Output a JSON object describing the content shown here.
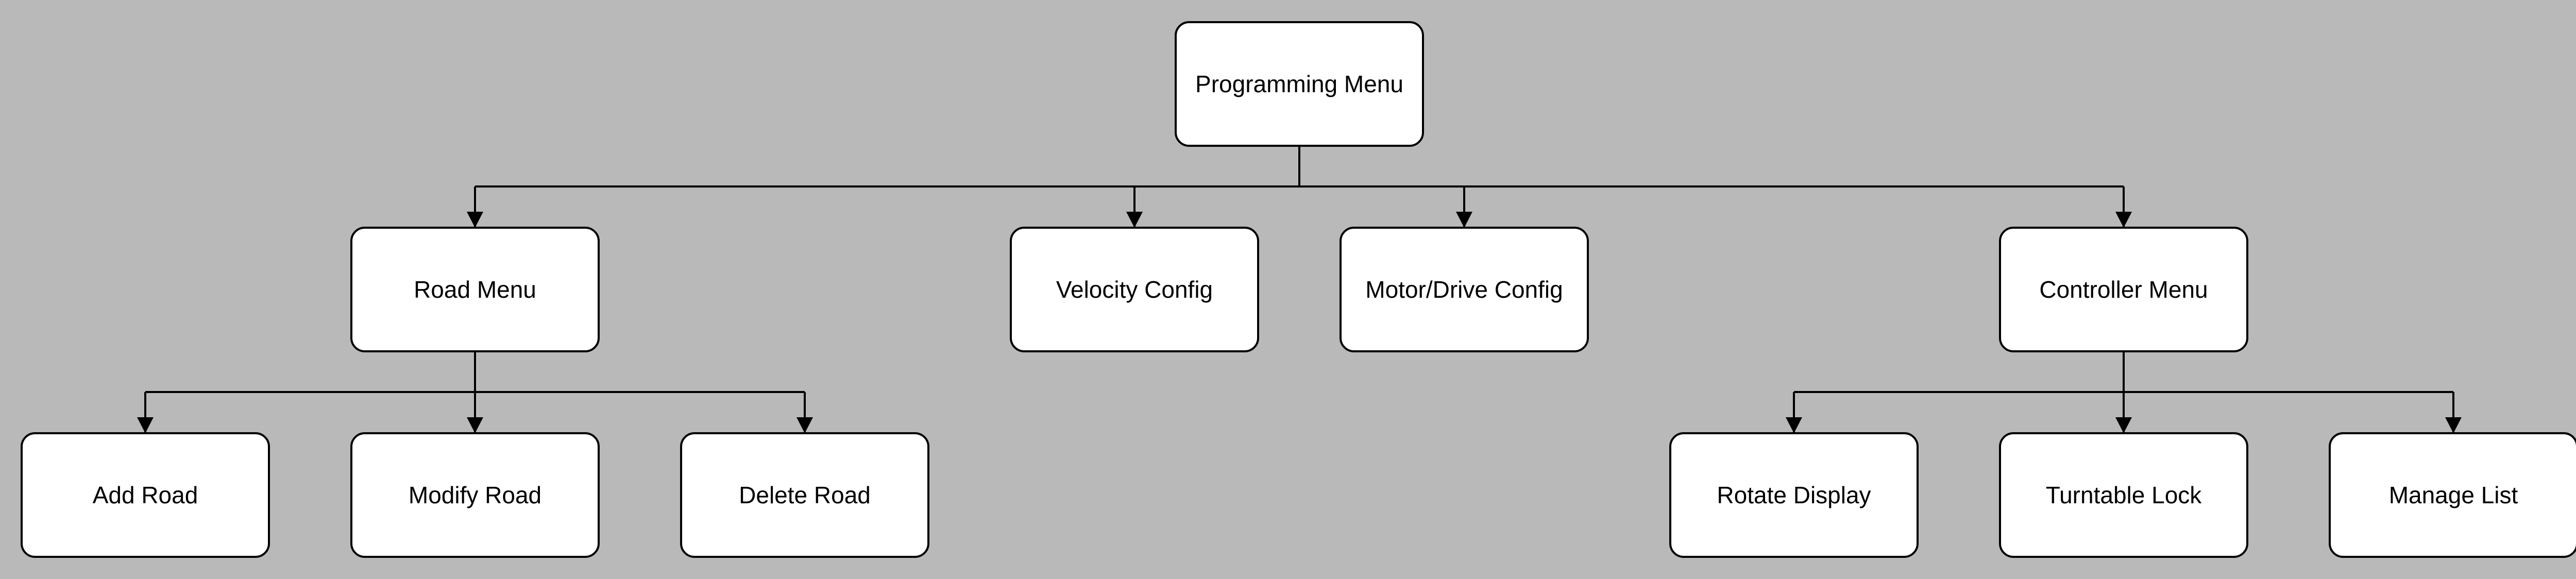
{
  "colors": {
    "background": "#b9b9b9",
    "node_fill": "#ffffff",
    "stroke": "#000000",
    "text": "#000000"
  },
  "nodes": {
    "programming_menu": "Programming Menu",
    "road_menu": "Road Menu",
    "velocity_config": "Velocity Config",
    "motor_drive_config": "Motor/Drive Config",
    "controller_menu": "Controller Menu",
    "add_road": "Add Road",
    "modify_road": "Modify Road",
    "delete_road": "Delete Road",
    "rotate_display": "Rotate Display",
    "turntable_lock": "Turntable Lock",
    "manage_list": "Manage List"
  },
  "edges": [
    {
      "from": "programming_menu",
      "to": "road_menu"
    },
    {
      "from": "programming_menu",
      "to": "velocity_config"
    },
    {
      "from": "programming_menu",
      "to": "motor_drive_config"
    },
    {
      "from": "programming_menu",
      "to": "controller_menu"
    },
    {
      "from": "road_menu",
      "to": "add_road"
    },
    {
      "from": "road_menu",
      "to": "modify_road"
    },
    {
      "from": "road_menu",
      "to": "delete_road"
    },
    {
      "from": "controller_menu",
      "to": "rotate_display"
    },
    {
      "from": "controller_menu",
      "to": "turntable_lock"
    },
    {
      "from": "controller_menu",
      "to": "manage_list"
    }
  ]
}
